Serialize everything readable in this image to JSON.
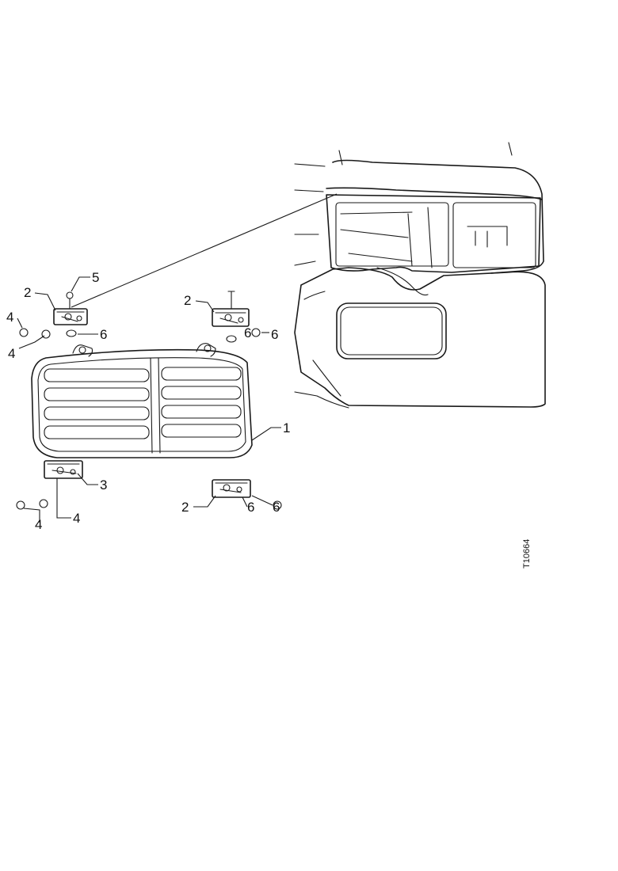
{
  "diagram": {
    "reference_number": "T10664",
    "callouts": [
      "1",
      "2",
      "2",
      "2",
      "3",
      "4",
      "4",
      "4",
      "4",
      "5",
      "6",
      "6",
      "6",
      "6",
      "6"
    ]
  }
}
